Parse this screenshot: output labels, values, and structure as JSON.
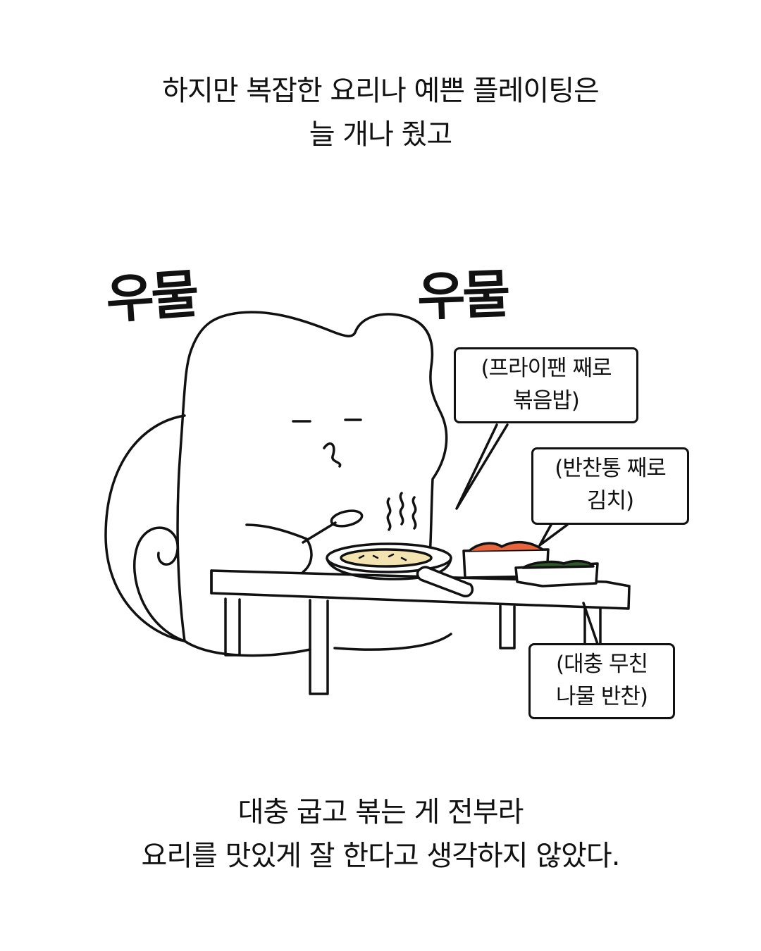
{
  "caption_top": {
    "line1": "하지만 복잡한 요리나 예쁜 플레이팅은",
    "line2": "늘 개나 줬고"
  },
  "sound_effects": {
    "left": "우물",
    "right": "우물"
  },
  "labels": {
    "frying_pan": {
      "line1": "(프라이팬 째로",
      "line2": "볶음밥)"
    },
    "kimchi": {
      "line1": "(반찬통 째로",
      "line2": "김치)"
    },
    "namul": {
      "line1": "(대충 무친",
      "line2": "나물 반찬)"
    }
  },
  "caption_bottom": {
    "line1": "대충 굽고 볶는 게 전부라",
    "line2": "요리를 맛있게 잘 한다고 생각하지 않았다."
  },
  "colors": {
    "line": "#111111",
    "background": "#ffffff",
    "kimchi": "#e8643c",
    "namul": "#2f5a2a",
    "rice": "#f2e3b0"
  }
}
